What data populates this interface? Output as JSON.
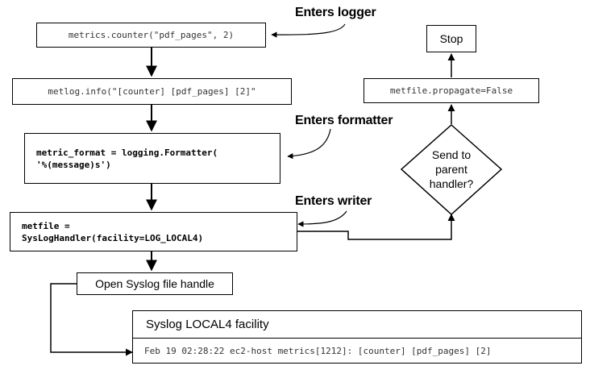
{
  "nodes": {
    "counter_call": "metrics.counter(\"pdf_pages\", 2)",
    "log_info": "metlog.info(\"[counter] [pdf_pages] [2]\"",
    "formatter_line1": "metric_format = logging.Formatter(",
    "formatter_line2": "'%(message)s')",
    "handler_line1": "metfile =",
    "handler_line2": "SysLogHandler(facility=LOG_LOCAL4)",
    "open_handle": "Open Syslog file handle",
    "propagate": "metfile.propagate=False",
    "stop": "Stop",
    "decision_line1": "Send to",
    "decision_line2": "parent",
    "decision_line3": "handler?",
    "syslog_title": "Syslog LOCAL4 facility",
    "syslog_entry": "Feb 19 02:28:22 ec2-host metrics[1212]: [counter] [pdf_pages] [2]"
  },
  "annotations": {
    "logger": "Enters logger",
    "formatter": "Enters formatter",
    "writer": "Enters writer"
  }
}
